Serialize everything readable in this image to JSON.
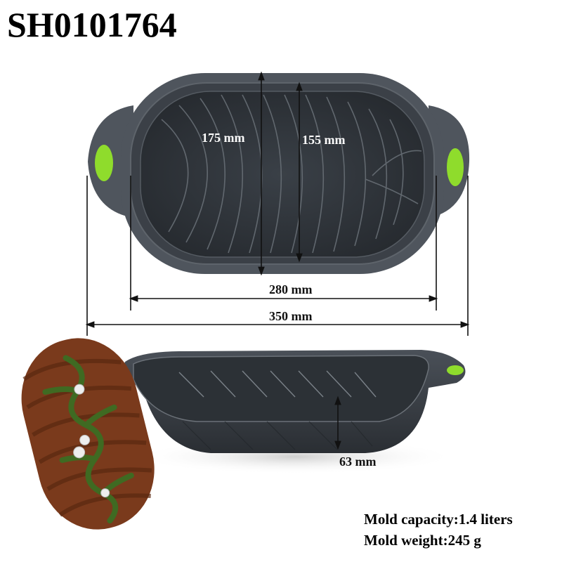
{
  "header": {
    "product_code": "SH0101764"
  },
  "dimensions": {
    "outer_width_top": "175 mm",
    "inner_width_top": "155 mm",
    "inner_length": "280 mm",
    "outer_length": "350 mm",
    "depth": "63 mm"
  },
  "specs": {
    "capacity": "Mold capacity:1.4 liters",
    "weight": "Mold weight:245 g"
  },
  "colors": {
    "mold_body": "#4a5058",
    "mold_inner": "#2e3339",
    "handle_accent": "#8fdc2c",
    "cake": "#7a3a1c",
    "icing": "#3f6a22"
  }
}
